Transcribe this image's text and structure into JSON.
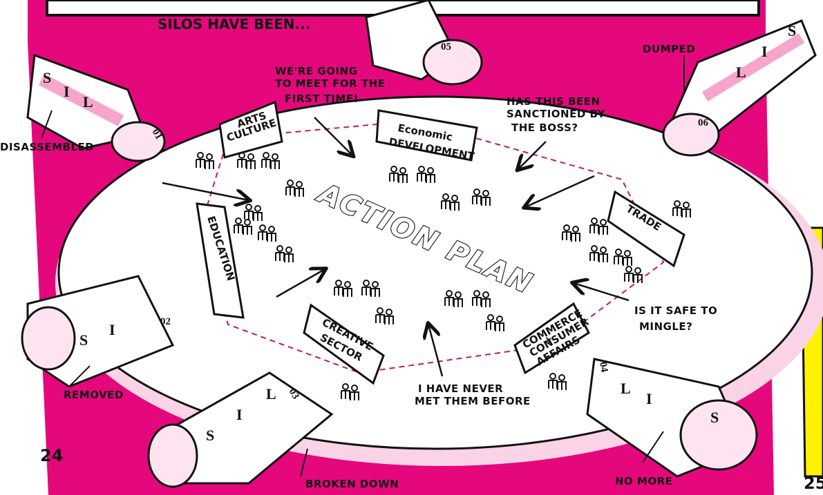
{
  "header": {
    "text": "SILOS HAVE BEEN..."
  },
  "center": {
    "title": "ACTION PLAN"
  },
  "signs": {
    "arts_culture_1": "ARTS",
    "arts_culture_2": "CULTURE",
    "economic_1": "Economic",
    "economic_2": "DEVELOPMENT",
    "trade": "TRADE",
    "education": "EDUCATION",
    "creative_1": "CREATIVE",
    "creative_2": "SECTOR",
    "commerce_1": "COMMERCE",
    "commerce_2": "+",
    "commerce_3": "CONSUMER",
    "commerce_4": "AFFAIRS"
  },
  "quotes": {
    "meet_1": "WE'RE GOING",
    "meet_2": "TO MEET FOR THE",
    "meet_3": "FIRST TIME!",
    "boss_1": "HAS THIS BEEN",
    "boss_2": "SANCTIONED BY",
    "boss_3": "THE BOSS?",
    "safe_1": "IS IT SAFE TO",
    "safe_2": "MINGLE?",
    "never_1": "I HAVE NEVER",
    "never_2": "MET THEM BEFORE"
  },
  "labels": {
    "disassembled": "DISASSEMBLED",
    "dumped": "DUMPED",
    "removed": "REMOVED",
    "broken_down": "BROKEN DOWN",
    "no_more": "NO MORE"
  },
  "silos": {
    "s01": "01",
    "s02": "02",
    "s03": "03",
    "s04": "04",
    "s05": "05",
    "s06": "06",
    "letter_s": "S",
    "letter_i": "I",
    "letter_l": "L"
  },
  "pages": {
    "left": "24",
    "right": "25"
  },
  "colors": {
    "magenta": "#e5077c",
    "pink": "#f6c4dc",
    "yellow": "#fff200",
    "ink": "#111111"
  }
}
